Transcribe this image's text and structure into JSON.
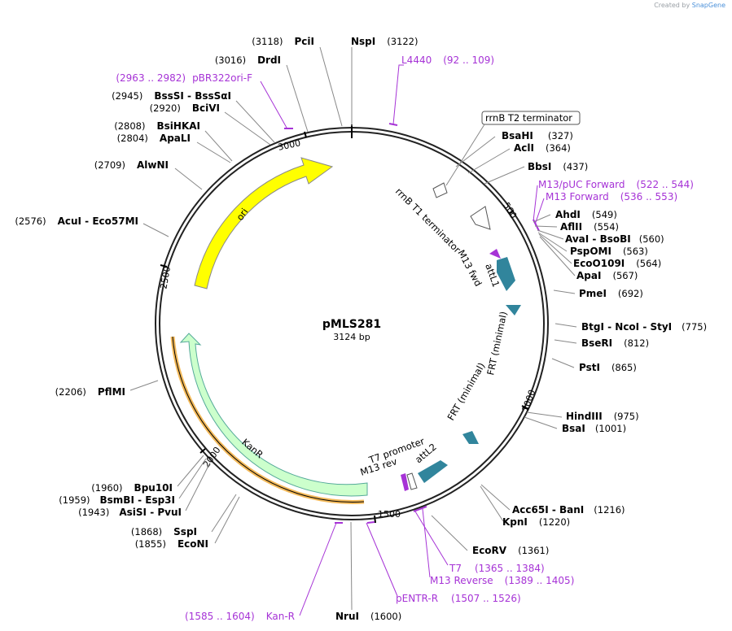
{
  "credit": {
    "prefix": "Created by",
    "brand": "SnapGene"
  },
  "plasmid": {
    "name": "pMLS281",
    "length_label": "3124 bp",
    "length": 3124
  },
  "ticks": [
    {
      "label": "500",
      "bp": 500
    },
    {
      "label": "1000",
      "bp": 1000
    },
    {
      "label": "1500",
      "bp": 1500
    },
    {
      "label": "2000",
      "bp": 2000
    },
    {
      "label": "2500",
      "bp": 2500
    },
    {
      "label": "3000",
      "bp": 3000
    }
  ],
  "right_sites": [
    {
      "name": "BsaHI",
      "pos": "(327)",
      "bp": 327
    },
    {
      "name": "AclI",
      "pos": "(364)",
      "bp": 364
    },
    {
      "name": "BbsI",
      "pos": "(437)",
      "bp": 437
    },
    {
      "name": "AhdI",
      "pos": "(549)",
      "bp": 549
    },
    {
      "name": "AflII",
      "pos": "(554)",
      "bp": 554
    },
    {
      "name": "AvaI  -  BsoBI",
      "pos": "(560)",
      "bp": 560
    },
    {
      "name": "PspOMI",
      "pos": "(563)",
      "bp": 563
    },
    {
      "name": "EcoO109I",
      "pos": "(564)",
      "bp": 564
    },
    {
      "name": "ApaI",
      "pos": "(567)",
      "bp": 567
    },
    {
      "name": "PmeI",
      "pos": "(692)",
      "bp": 692
    },
    {
      "name": "BtgI  -  NcoI  -  StyI",
      "pos": "(775)",
      "bp": 775
    },
    {
      "name": "BseRI",
      "pos": "(812)",
      "bp": 812
    },
    {
      "name": "PstI",
      "pos": "(865)",
      "bp": 865
    },
    {
      "name": "HindIII",
      "pos": "(975)",
      "bp": 975
    },
    {
      "name": "BsaI",
      "pos": "(1001)",
      "bp": 1001
    },
    {
      "name": "Acc65I  -  BanI",
      "pos": "(1216)",
      "bp": 1216
    },
    {
      "name": "KpnI",
      "pos": "(1220)",
      "bp": 1220
    },
    {
      "name": "EcoRV",
      "pos": "(1361)",
      "bp": 1361
    }
  ],
  "left_sites": [
    {
      "name": "PciI",
      "pos": "(3118)",
      "bp": 3118
    },
    {
      "name": "DrdI",
      "pos": "(3016)",
      "bp": 3016
    },
    {
      "name": "BssSI  -  BssSαI",
      "pos": "(2945)",
      "bp": 2945
    },
    {
      "name": "BciVI",
      "pos": "(2920)",
      "bp": 2920
    },
    {
      "name": "BsiHKAI",
      "pos": "(2808)",
      "bp": 2808
    },
    {
      "name": "ApaLI",
      "pos": "(2804)",
      "bp": 2804
    },
    {
      "name": "AlwNI",
      "pos": "(2709)",
      "bp": 2709
    },
    {
      "name": "AcuI  -  Eco57MI",
      "pos": "(2576)",
      "bp": 2576
    },
    {
      "name": "PflMI",
      "pos": "(2206)",
      "bp": 2206
    },
    {
      "name": "Bpu10I",
      "pos": "(1960)",
      "bp": 1960
    },
    {
      "name": "BsmBI  -  Esp3I",
      "pos": "(1959)",
      "bp": 1959
    },
    {
      "name": "AsiSI  -  PvuI",
      "pos": "(1943)",
      "bp": 1943
    },
    {
      "name": "SspI",
      "pos": "(1868)",
      "bp": 1868
    },
    {
      "name": "EcoNI",
      "pos": "(1855)",
      "bp": 1855
    }
  ],
  "center_sites": [
    {
      "name": "NspI",
      "pos": "(3122)",
      "bp": 3122
    },
    {
      "name": "NruI",
      "pos": "(1600)",
      "bp": 1600
    }
  ],
  "primers": [
    {
      "name": "L4440",
      "range": "(92 .. 109)",
      "bp": 100
    },
    {
      "name": "M13/pUC Forward",
      "range": "(522 .. 544)",
      "bp": 533
    },
    {
      "name": "M13 Forward",
      "range": "(536 .. 553)",
      "bp": 544
    },
    {
      "name": "T7",
      "range": "(1365 .. 1384)",
      "bp": 1374
    },
    {
      "name": "M13 Reverse",
      "range": "(1389 .. 1405)",
      "bp": 1397
    },
    {
      "name": "pENTR-R",
      "range": "(1507 .. 1526)",
      "bp": 1516
    },
    {
      "name": "Kan-R",
      "range": "(1585 .. 1604)",
      "bp": 1594
    },
    {
      "name": "pBR322ori-F",
      "range": "(2963 .. 2982)",
      "bp": 2972
    }
  ],
  "features": [
    {
      "name": "rrnB T2 terminator",
      "color": "#ffffff"
    },
    {
      "name": "rrnB T1 terminator",
      "color": "#ffffff"
    },
    {
      "name": "M13 fwd",
      "color": "#a633d6"
    },
    {
      "name": "attL1",
      "color": "#31859c"
    },
    {
      "name": "FRT (minimal)",
      "color": "#31859c"
    },
    {
      "name": "FRT (minimal)",
      "color": "#31859c"
    },
    {
      "name": "attL2",
      "color": "#31859c"
    },
    {
      "name": "T7 promoter",
      "color": "#ffffff"
    },
    {
      "name": "M13 rev",
      "color": "#a633d6"
    },
    {
      "name": "KanR",
      "color": "#ccffcc"
    },
    {
      "name": "ori",
      "color": "#ffff00"
    }
  ],
  "colors": {
    "primer": "#a633d6",
    "feature_teal": "#31859c",
    "ori": "#ffff00",
    "kanr": "#ccffcc",
    "promoter_outline": "#f0a830"
  }
}
